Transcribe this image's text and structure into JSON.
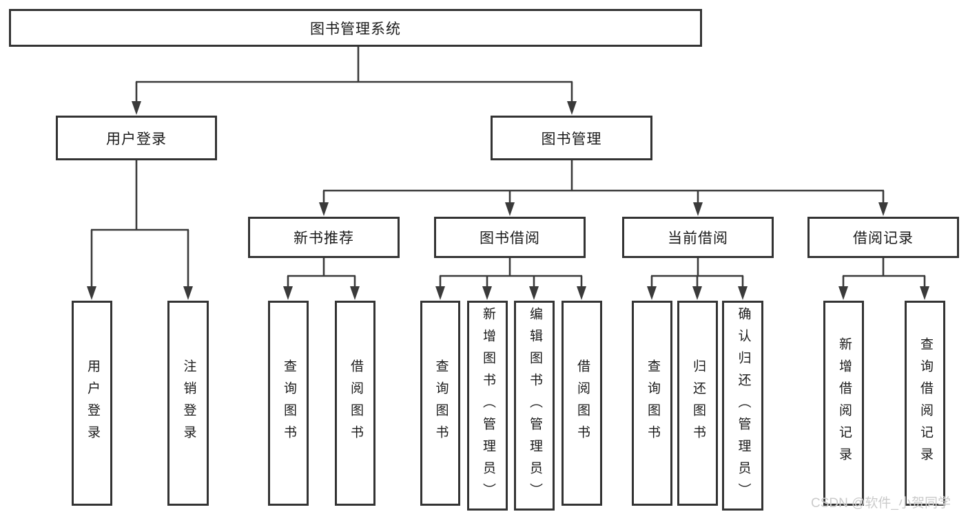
{
  "root": {
    "label": "图书管理系统"
  },
  "branches": {
    "user_login": {
      "label": "用户登录",
      "children": [
        "用户登录",
        "注销登录"
      ]
    },
    "book_mgmt": {
      "label": "图书管理",
      "children": {
        "new_book_rec": {
          "label": "新书推荐",
          "children": [
            "查询图书",
            "借阅图书"
          ]
        },
        "book_borrow": {
          "label": "图书借阅",
          "children": [
            "查询图书",
            "新增图书（管理员）",
            "编辑图书（管理员）",
            "借阅图书"
          ]
        },
        "current_borrow": {
          "label": "当前借阅",
          "children": [
            "查询图书",
            "归还图书",
            "确认归还（管理员）"
          ]
        },
        "borrow_record": {
          "label": "借阅记录",
          "children": [
            "新增借阅记录",
            "查询借阅记录"
          ]
        }
      }
    }
  },
  "watermark": "CSDN @软件_小贺同学",
  "colors": {
    "line": "#3a3a3a",
    "border": "#333333",
    "text": "#1a1a1a",
    "watermark": "#cbcbcb",
    "background": "#ffffff"
  }
}
